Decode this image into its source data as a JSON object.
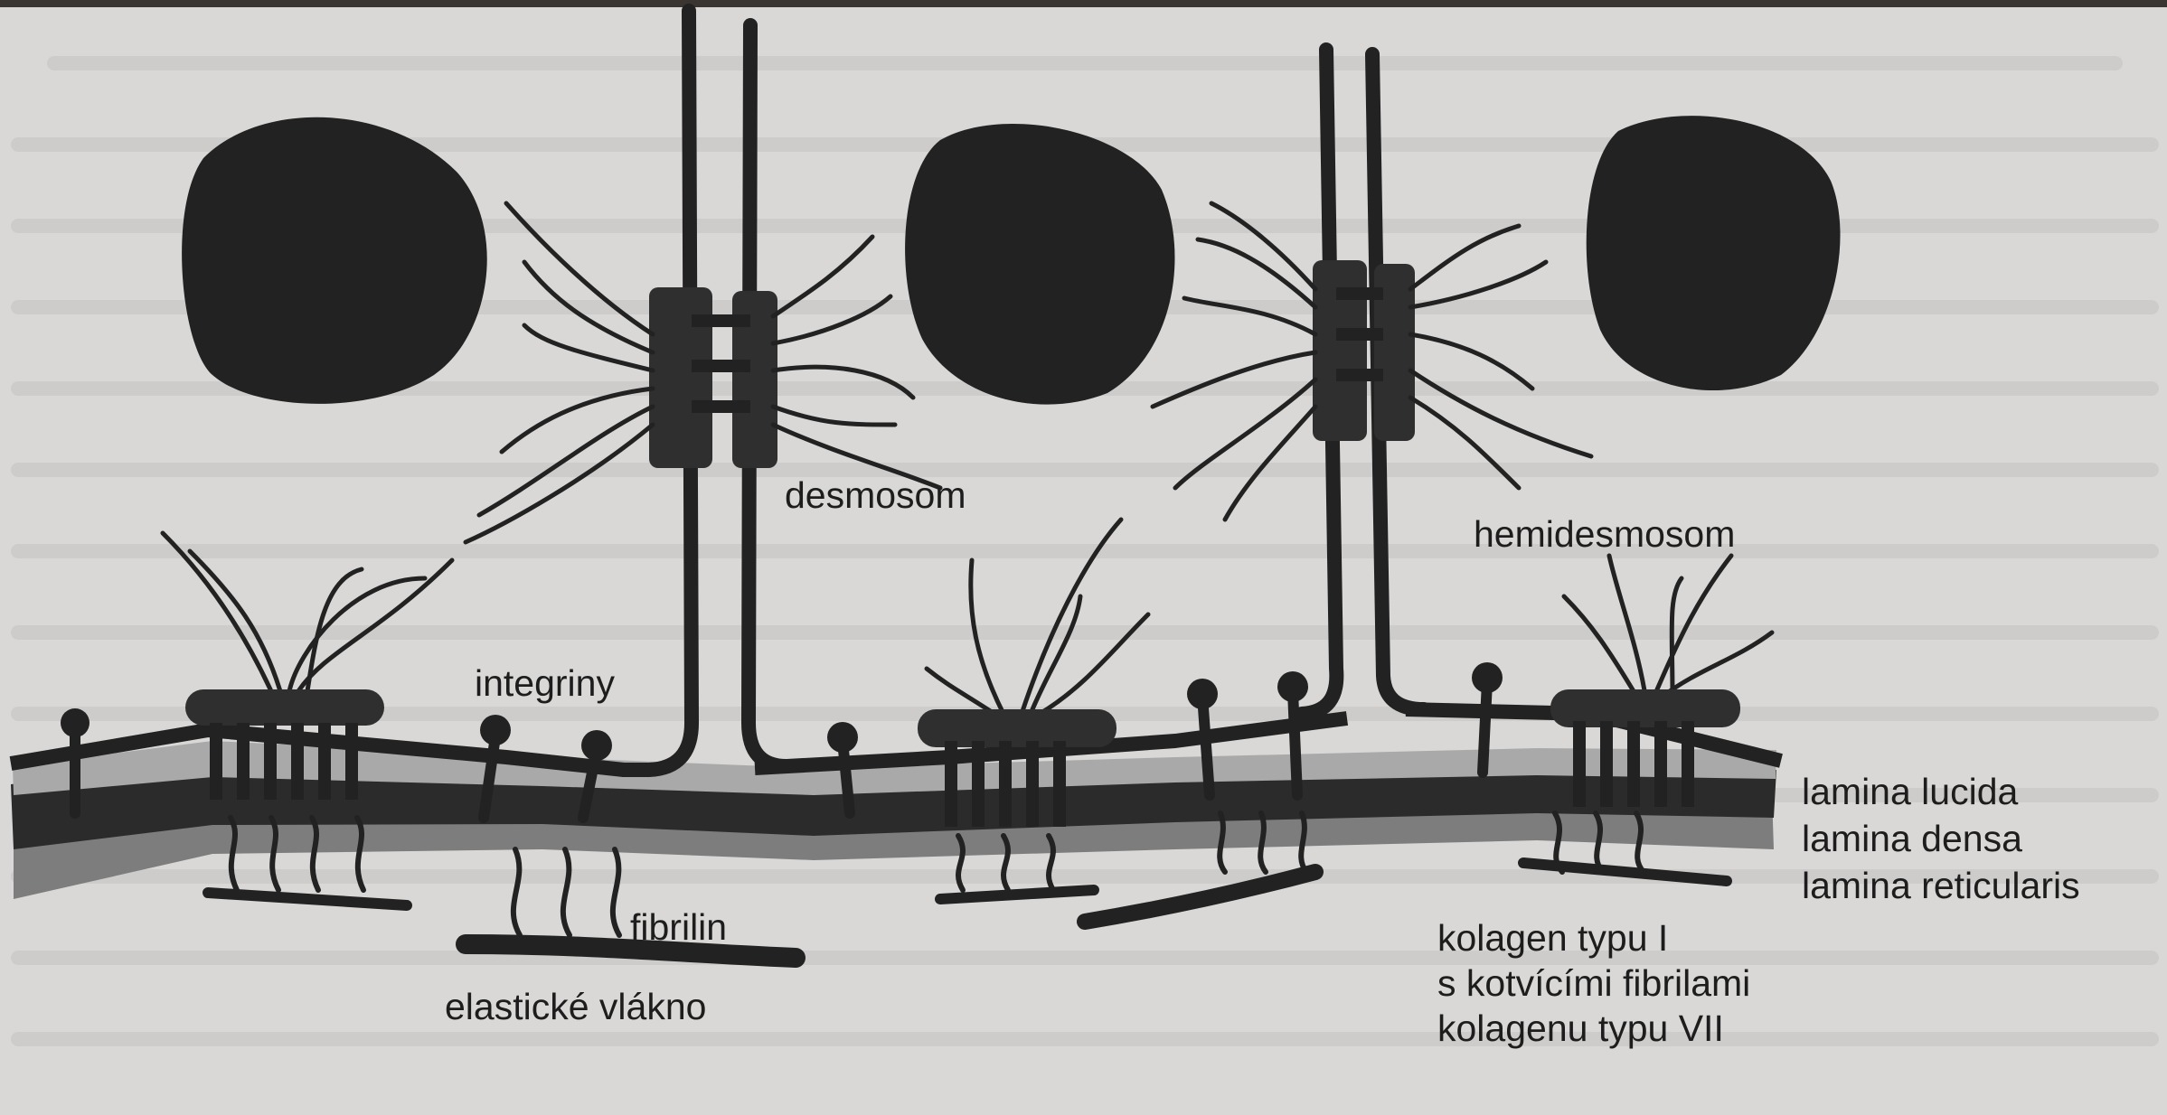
{
  "labels": {
    "desmosom": "desmosom",
    "hemidesmosom": "hemidesmosom",
    "integriny": "integriny",
    "fibrilin": "fibrilin",
    "elasticke_vlakno": "elastické vlákno",
    "lamina_lucida": "lamina lucida",
    "lamina_densa": "lamina densa",
    "lamina_reticularis": "lamina reticularis",
    "kolagen_line1": "kolagen typu I",
    "kolagen_line2": "s kotvícími fibrilami",
    "kolagen_line3": "kolagenu typu VII"
  },
  "colors": {
    "paper": "#d9d8d6",
    "ink": "#222222",
    "lamina_lucida": "#a9a9a9",
    "lamina_densa": "#2b2b2b",
    "lamina_reticularis": "#7d7d7d",
    "top_bar": "#3b3531"
  }
}
